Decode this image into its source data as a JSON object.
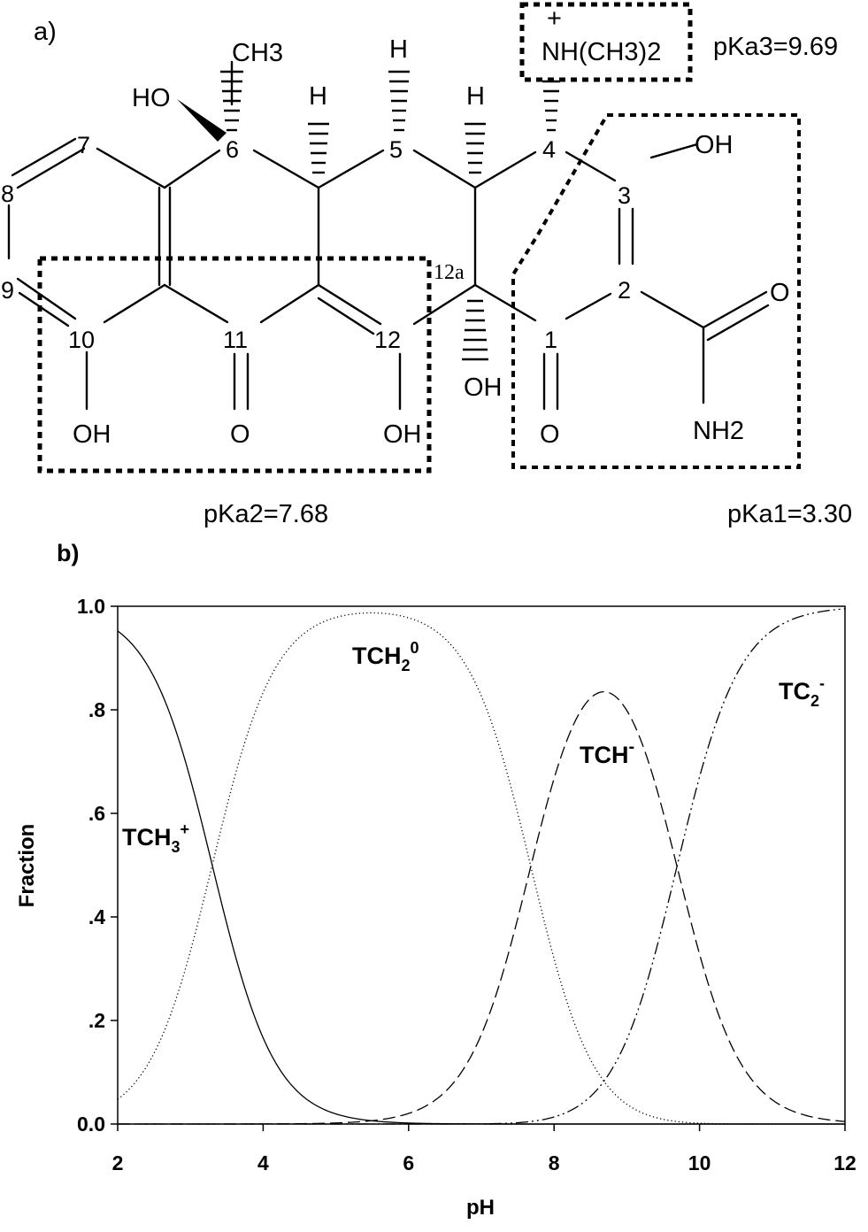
{
  "panel_a": {
    "label": "a)",
    "atoms": {
      "ch3": "CH3",
      "ho6": "HO",
      "h12": "H",
      "h5": "H",
      "h4a": "H",
      "nme2": "NH(CH3)2",
      "plus": "+",
      "oh3": "OH",
      "o_amide": "O",
      "nh2": "NH2",
      "oh10": "OH",
      "o11": "O",
      "oh12": "OH",
      "oh12a": "OH",
      "o1": "O"
    },
    "positions": [
      "1",
      "2",
      "3",
      "4",
      "5",
      "6",
      "7",
      "8",
      "9",
      "10",
      "11",
      "12",
      "12a"
    ],
    "pka_labels": {
      "pka1": "pKa1=3.30",
      "pka2": "pKa2=7.68",
      "pka3": "pKa3=9.69"
    }
  },
  "panel_b": {
    "label": "b)"
  },
  "chart_data": {
    "type": "line",
    "xlabel": "pH",
    "ylabel": "Fraction",
    "xlim": [
      2,
      12
    ],
    "ylim": [
      0,
      1
    ],
    "xticks": [
      "2",
      "4",
      "6",
      "8",
      "10",
      "12"
    ],
    "yticks": [
      "0.0",
      ".2",
      ".4",
      ".6",
      ".8",
      "1.0"
    ],
    "grid": false,
    "pKa": [
      3.3,
      7.68,
      9.69
    ],
    "x": [
      2.0,
      2.5,
      3.0,
      3.3,
      3.5,
      4.0,
      4.5,
      5.0,
      5.5,
      6.0,
      6.5,
      7.0,
      7.5,
      7.68,
      8.0,
      8.5,
      8.68,
      9.0,
      9.5,
      9.69,
      10.0,
      10.5,
      11.0,
      11.5,
      12.0
    ],
    "series": [
      {
        "name": "TCH3+",
        "style": "solid",
        "values": [
          0.952,
          0.863,
          0.666,
          0.5,
          0.387,
          0.166,
          0.059,
          0.0196,
          0.0063,
          0.002,
          0.0006,
          0.0002,
          0.0,
          0.0,
          0.0,
          0.0,
          0.0,
          0.0,
          0.0,
          0.0,
          0.0,
          0.0,
          0.0,
          0.0,
          0.0
        ]
      },
      {
        "name": "TCH2 0",
        "style": "dotted",
        "values": [
          0.048,
          0.137,
          0.334,
          0.497,
          0.61,
          0.831,
          0.936,
          0.972,
          0.977,
          0.966,
          0.934,
          0.825,
          0.598,
          0.482,
          0.32,
          0.12,
          0.08,
          0.035,
          0.009,
          0.005,
          0.002,
          0.0005,
          0.0001,
          0.0,
          0.0
        ]
      },
      {
        "name": "TCH-",
        "style": "dashed",
        "values": [
          0.0,
          0.0,
          0.0,
          0.0,
          0.0,
          0.0002,
          0.0007,
          0.0021,
          0.0066,
          0.0199,
          0.063,
          0.172,
          0.392,
          0.482,
          0.65,
          0.79,
          0.82,
          0.75,
          0.558,
          0.495,
          0.327,
          0.132,
          0.046,
          0.015,
          0.005
        ]
      },
      {
        "name": "TC2-",
        "style": "dash-dot-dot",
        "values": [
          0.0,
          0.0,
          0.0,
          0.0,
          0.0,
          0.0,
          0.0,
          0.0,
          0.0,
          0.0,
          0.0,
          0.0001,
          0.0008,
          0.002,
          0.0068,
          0.061,
          0.095,
          0.186,
          0.417,
          0.5,
          0.671,
          0.867,
          0.953,
          0.985,
          0.995
        ]
      }
    ],
    "annotations": {
      "tch3": {
        "main": "TCH",
        "sub": "3",
        "sup": "+"
      },
      "tch2": {
        "main": "TCH",
        "sub": "2",
        "sup": "0"
      },
      "tch": {
        "main": "TCH",
        "sup": "-"
      },
      "tc2": {
        "main": "TC",
        "sub": "2",
        "sup": "-"
      }
    }
  }
}
